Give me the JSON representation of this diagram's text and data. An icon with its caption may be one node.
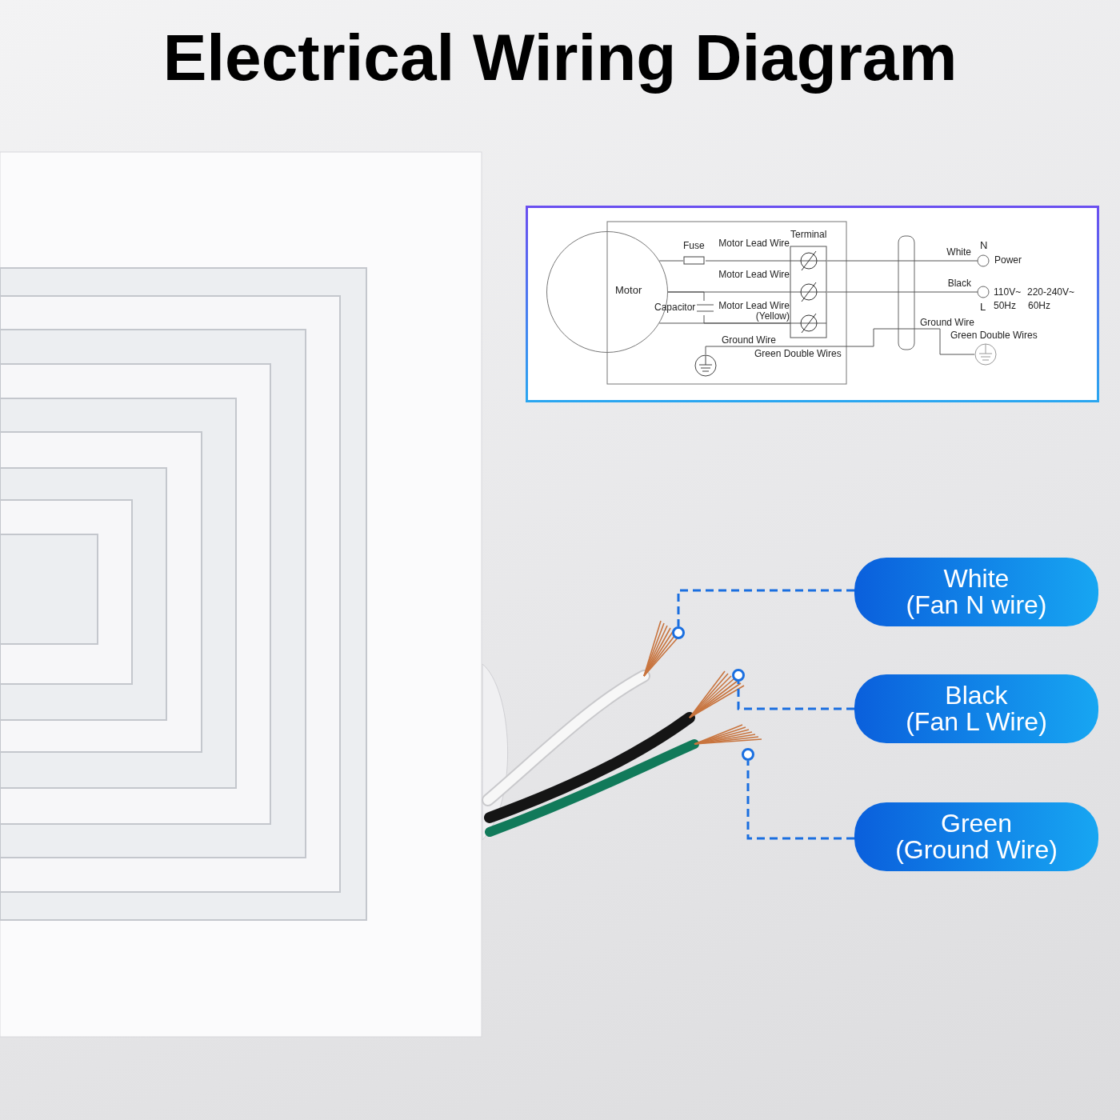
{
  "diagram": {
    "title": "Electrical Wiring Diagram",
    "nodes": [
      {
        "text": [
          "Motor"
        ]
      },
      {
        "text": [
          "Fuse"
        ]
      },
      {
        "text": [
          "Capacitor"
        ]
      },
      {
        "text": [
          "Terminal"
        ]
      },
      {
        "text": [
          "N"
        ],
        "beside": [
          "Power"
        ]
      },
      {
        "text": [
          "L"
        ]
      },
      {
        "text": [],
        "shape": "circle"
      },
      {
        "text": [],
        "shape": "circle"
      },
      {
        "text": [
          "White (Fan N wire)"
        ]
      },
      {
        "text": [
          "Black (Fan L Wire)"
        ]
      },
      {
        "text": [
          "Green (Ground Wire)"
        ]
      },
      {
        "text": [],
        "shape": "circle"
      },
      {
        "text": [],
        "shape": "circle"
      },
      {
        "text": [],
        "shape": "circle"
      }
    ],
    "edges": [
      {
        "from": 0,
        "to": 1,
        "arrow": "none"
      },
      {
        "from": 1,
        "to": 3,
        "arrow": "none",
        "label": "Motor Lead Wire"
      },
      {
        "from": 0,
        "to": 3,
        "arrow": "none",
        "label": "Motor Lead Wire"
      },
      {
        "from": 0,
        "to": 3,
        "arrow": "none",
        "label": "Motor Lead Wire (Yellow)"
      },
      {
        "from": 3,
        "to": 4,
        "arrow": "none",
        "label": "White"
      },
      {
        "from": 3,
        "to": 5,
        "arrow": "none",
        "label": "Black"
      },
      {
        "from": 6,
        "to": 7,
        "arrow": "none"
      },
      {
        "from": 8,
        "to": 11,
        "arrow": "none",
        "style": "dashed",
        "color": "#1a6fe0"
      },
      {
        "from": 9,
        "to": 12,
        "arrow": "none",
        "style": "dashed",
        "color": "#1a6fe0"
      },
      {
        "from": 10,
        "to": 13,
        "arrow": "none",
        "style": "dashed",
        "color": "#1a6fe0"
      },
      {
        "from": 2,
        "to": 0,
        "arrow": "none"
      },
      {
        "from": 2,
        "to": 3,
        "arrow": "none"
      }
    ],
    "labels": [
      "110V~",
      "220-240V~",
      "50Hz",
      "60Hz",
      "Ground Wire",
      "Green Double Wires",
      "Ground Wire",
      "Green Double Wires"
    ]
  }
}
